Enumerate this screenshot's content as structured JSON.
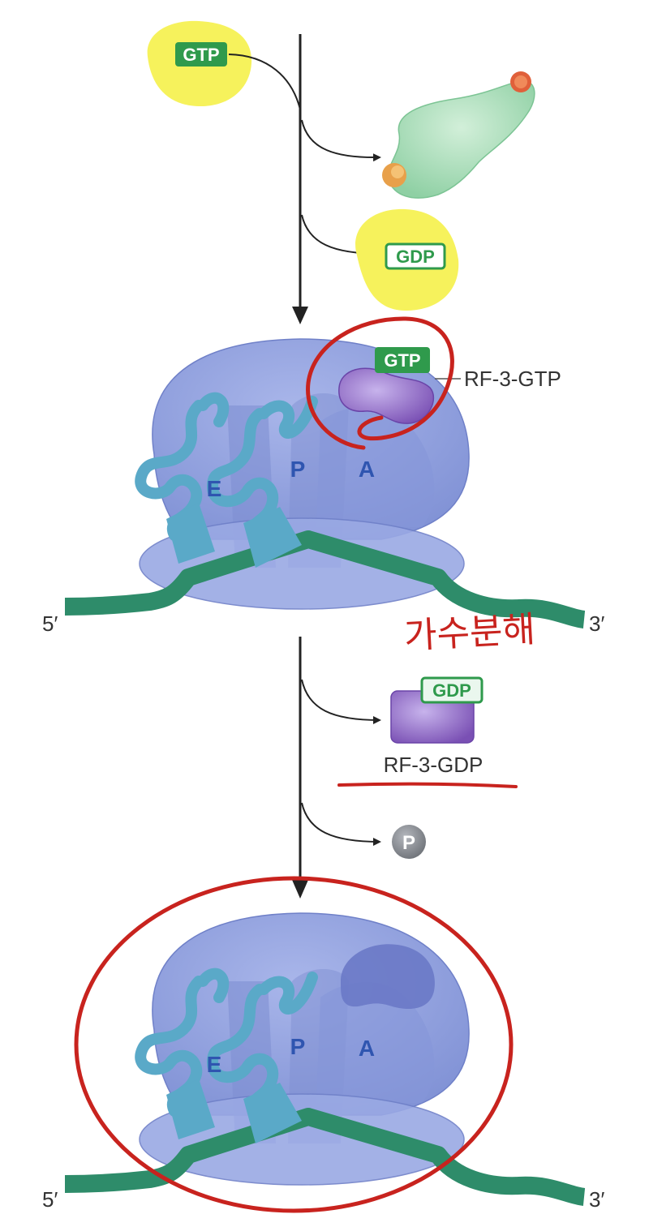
{
  "top": {
    "gtp_label": "GTP",
    "gdp_label": "GDP"
  },
  "ribosome1": {
    "site_e": "E",
    "site_p": "P",
    "site_a": "A",
    "factor_gtp_label": "GTP",
    "factor_name": "RF-3-GTP",
    "end_5": "5′",
    "end_3": "3′"
  },
  "handwritten_note": "가수분해",
  "middle": {
    "gdp_label": "GDP",
    "complex_name": "RF-3-GDP",
    "phosphate_label": "P"
  },
  "ribosome2": {
    "site_e": "E",
    "site_p": "P",
    "site_a": "A",
    "end_5": "5′",
    "end_3": "3′"
  },
  "colors": {
    "highlight": "#f6f25c",
    "ribosome": "#8f9fde",
    "ribosome_dark": "#6f80c8",
    "mrna": "#2e8c6a",
    "trna": "#5aa9c8",
    "rf3": "#8a62c0",
    "gtp_green": "#2f9a4c",
    "annotation_red": "#c8231e"
  }
}
